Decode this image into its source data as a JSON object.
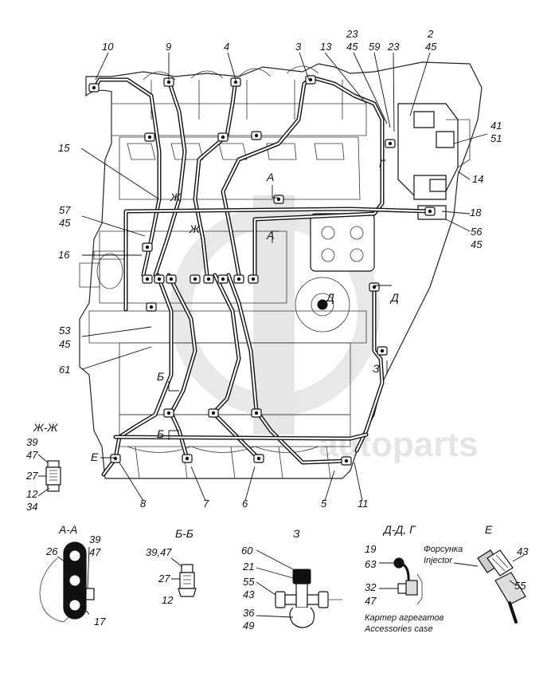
{
  "watermark": {
    "text": "autoparts"
  },
  "main_callouts": [
    {
      "id": "c10",
      "text": "10"
    },
    {
      "id": "c9",
      "text": "9"
    },
    {
      "id": "c4",
      "text": "4"
    },
    {
      "id": "c3",
      "text": "3"
    },
    {
      "id": "c13",
      "text": "13"
    },
    {
      "id": "c23a",
      "text": "23"
    },
    {
      "id": "c45a",
      "text": "45"
    },
    {
      "id": "c59",
      "text": "59"
    },
    {
      "id": "c23b",
      "text": "23"
    },
    {
      "id": "c2",
      "text": "2"
    },
    {
      "id": "c45b",
      "text": "45"
    },
    {
      "id": "c41",
      "text": "41"
    },
    {
      "id": "c51",
      "text": "51"
    },
    {
      "id": "c14",
      "text": "14"
    },
    {
      "id": "c18",
      "text": "18"
    },
    {
      "id": "c56",
      "text": "56"
    },
    {
      "id": "c45c",
      "text": "45"
    },
    {
      "id": "c15",
      "text": "15"
    },
    {
      "id": "c57",
      "text": "57"
    },
    {
      "id": "c45d",
      "text": "45"
    },
    {
      "id": "c16",
      "text": "16"
    },
    {
      "id": "c53",
      "text": "53"
    },
    {
      "id": "c45e",
      "text": "45"
    },
    {
      "id": "c61",
      "text": "61"
    },
    {
      "id": "c8",
      "text": "8"
    },
    {
      "id": "c7",
      "text": "7"
    },
    {
      "id": "c6",
      "text": "6"
    },
    {
      "id": "c5",
      "text": "5"
    },
    {
      "id": "c11",
      "text": "11"
    }
  ],
  "section_marks": [
    {
      "id": "m-a1",
      "text": "А"
    },
    {
      "id": "m-a2",
      "text": "А"
    },
    {
      "id": "m-g",
      "text": "Г"
    },
    {
      "id": "m-zh1",
      "text": "Ж"
    },
    {
      "id": "m-zh2",
      "text": "Ж"
    },
    {
      "id": "m-d1",
      "text": "Д"
    },
    {
      "id": "m-d2",
      "text": "Д"
    },
    {
      "id": "m-z",
      "text": "З"
    },
    {
      "id": "m-b1",
      "text": "Б"
    },
    {
      "id": "m-b2",
      "text": "Б"
    },
    {
      "id": "m-e",
      "text": "Е"
    }
  ],
  "details": {
    "zh": {
      "title": "Ж-Ж",
      "labels": [
        "39",
        "47",
        "27",
        "12",
        "34"
      ]
    },
    "aa": {
      "title": "А-А",
      "labels": [
        "26",
        "39",
        "47",
        "17"
      ]
    },
    "bb": {
      "title": "Б-Б",
      "labels": [
        "39,47",
        "27",
        "12"
      ]
    },
    "z": {
      "title": "З",
      "labels": [
        "60",
        "21",
        "55",
        "43",
        "36",
        "49"
      ]
    },
    "dg": {
      "title": "Д-Д, Г",
      "labels": [
        "19",
        "63",
        "32",
        "47"
      ],
      "caption_ru": "Картер агрегатов",
      "caption_en": "Accessories case"
    },
    "e": {
      "title": "Е",
      "labels": [
        "43",
        "55"
      ],
      "caption_ru": "Форсунка",
      "caption_en": "Injector"
    }
  }
}
